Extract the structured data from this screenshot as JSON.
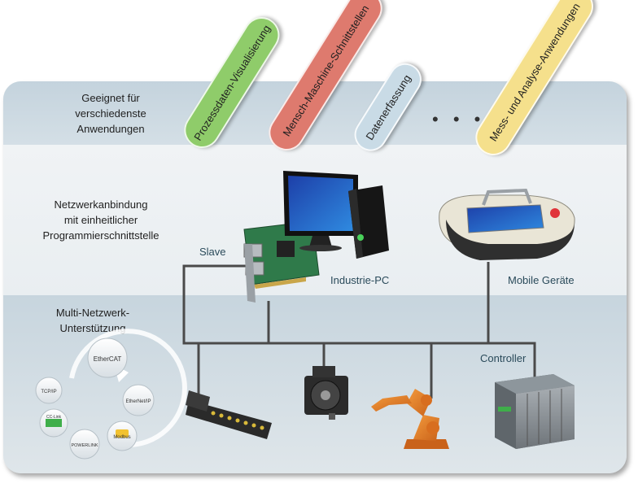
{
  "rows": {
    "applications": "Geeignet für verschiedenste Anwendungen",
    "network": "Netzwerkanbindung mit einheitlicher Programmierschnittstelle",
    "multinet": "Multi-Netzwerk-Unterstützung"
  },
  "rows_lines": {
    "applications": [
      "Geeignet für",
      "verschiedenste",
      "Anwendungen"
    ],
    "network": [
      "Netzwerkanbindung",
      "mit einheitlicher",
      "Programmierschnittstelle"
    ],
    "multinet": [
      "Multi-Netzwerk-",
      "Unterstützung"
    ]
  },
  "applications": [
    {
      "label": "Prozessdaten-Visualisierung",
      "color": "#8fcc6a"
    },
    {
      "label": "Mensch-Maschine-Schnittstellen",
      "color": "#de7a6e"
    },
    {
      "label": "Datenerfassung",
      "color": "#c9dbe6"
    },
    {
      "label": "Mess- und Analyse-Anwendungen",
      "color": "#f5e08c"
    }
  ],
  "ellipsis": "• • •",
  "devices": {
    "slave": "Slave",
    "industrial_pc": "Industrie-PC",
    "mobile": "Mobile Geräte",
    "controller": "Controller"
  },
  "protocols": [
    "EtherCAT",
    "EtherNet/IP",
    "Modbus",
    "POWERLINK",
    "CC-Link",
    "TCP/IP"
  ],
  "colors": {
    "bus_line": "#4a4a4a",
    "label_teal": "#2a4a5a"
  }
}
